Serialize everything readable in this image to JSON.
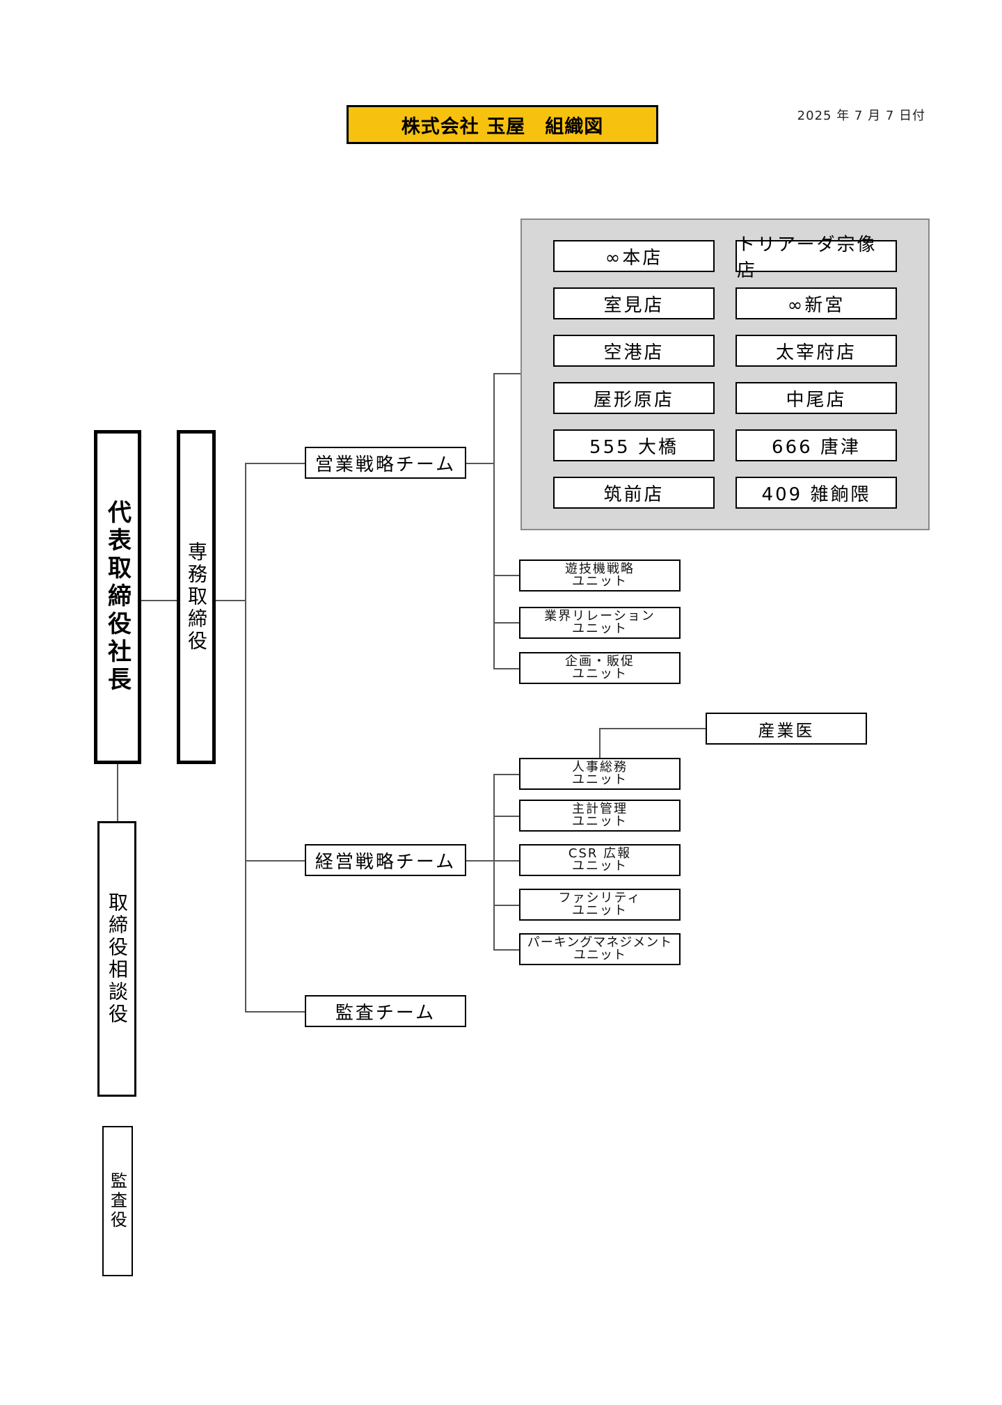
{
  "header": {
    "title": "株式会社 玉屋　組織図",
    "date": "2025 年 7 月 7 日付"
  },
  "executives": {
    "president": "代表取締役社長",
    "senior_director": "専務取締役",
    "advisor": "取締役相談役",
    "auditor": "監査役"
  },
  "teams": {
    "sales": "営業戦略チーム",
    "management": "経営戦略チーム",
    "audit": "監査チーム"
  },
  "stores": [
    "∞本店",
    "トリアーダ宗像店",
    "室見店",
    "∞新宮",
    "空港店",
    "太宰府店",
    "屋形原店",
    "中尾店",
    "555 大橋",
    "666 唐津",
    "筑前店",
    "409 雑餉隈"
  ],
  "sales_units": [
    {
      "name": "遊技機戦略",
      "suffix": "ユニット"
    },
    {
      "name": "業界リレーション",
      "suffix": "ユニット"
    },
    {
      "name": "企画・販促",
      "suffix": "ユニット"
    }
  ],
  "management_units": [
    {
      "name": "人事総務",
      "suffix": "ユニット"
    },
    {
      "name": "主計管理",
      "suffix": "ユニット"
    },
    {
      "name": "CSR 広報",
      "suffix": "ユニット"
    },
    {
      "name": "ファシリティ",
      "suffix": "ユニット"
    },
    {
      "name": "パーキングマネジメント",
      "suffix": "ユニット"
    }
  ],
  "occupational_doctor": "産業医"
}
